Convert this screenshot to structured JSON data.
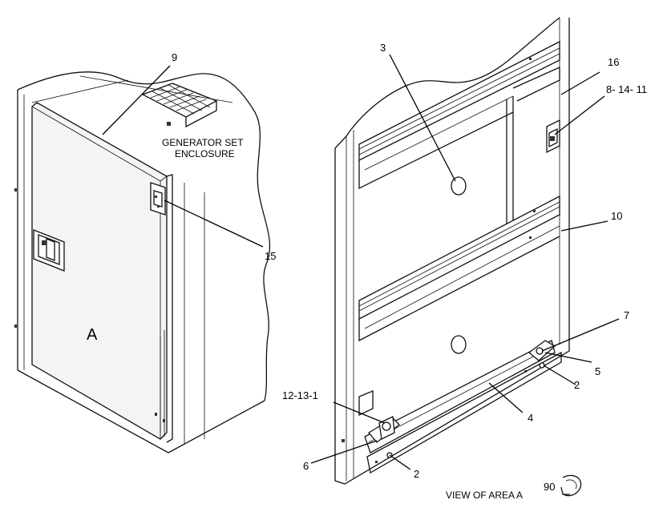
{
  "labels": {
    "l9": "9",
    "l3": "3",
    "l16": "16",
    "l8_14_11": "8- 14- 11",
    "enclosure_line1": "GENERATOR SET",
    "enclosure_line2": "ENCLOSURE",
    "l15": "15",
    "l10": "10",
    "l7": "7",
    "l5": "5",
    "l2a": "2",
    "l12_13_1": "12-13-1",
    "l4": "4",
    "l6": "6",
    "l2b": "2",
    "area_a": "A",
    "view_caption": "VIEW OF AREA  A",
    "rotation": "90"
  }
}
